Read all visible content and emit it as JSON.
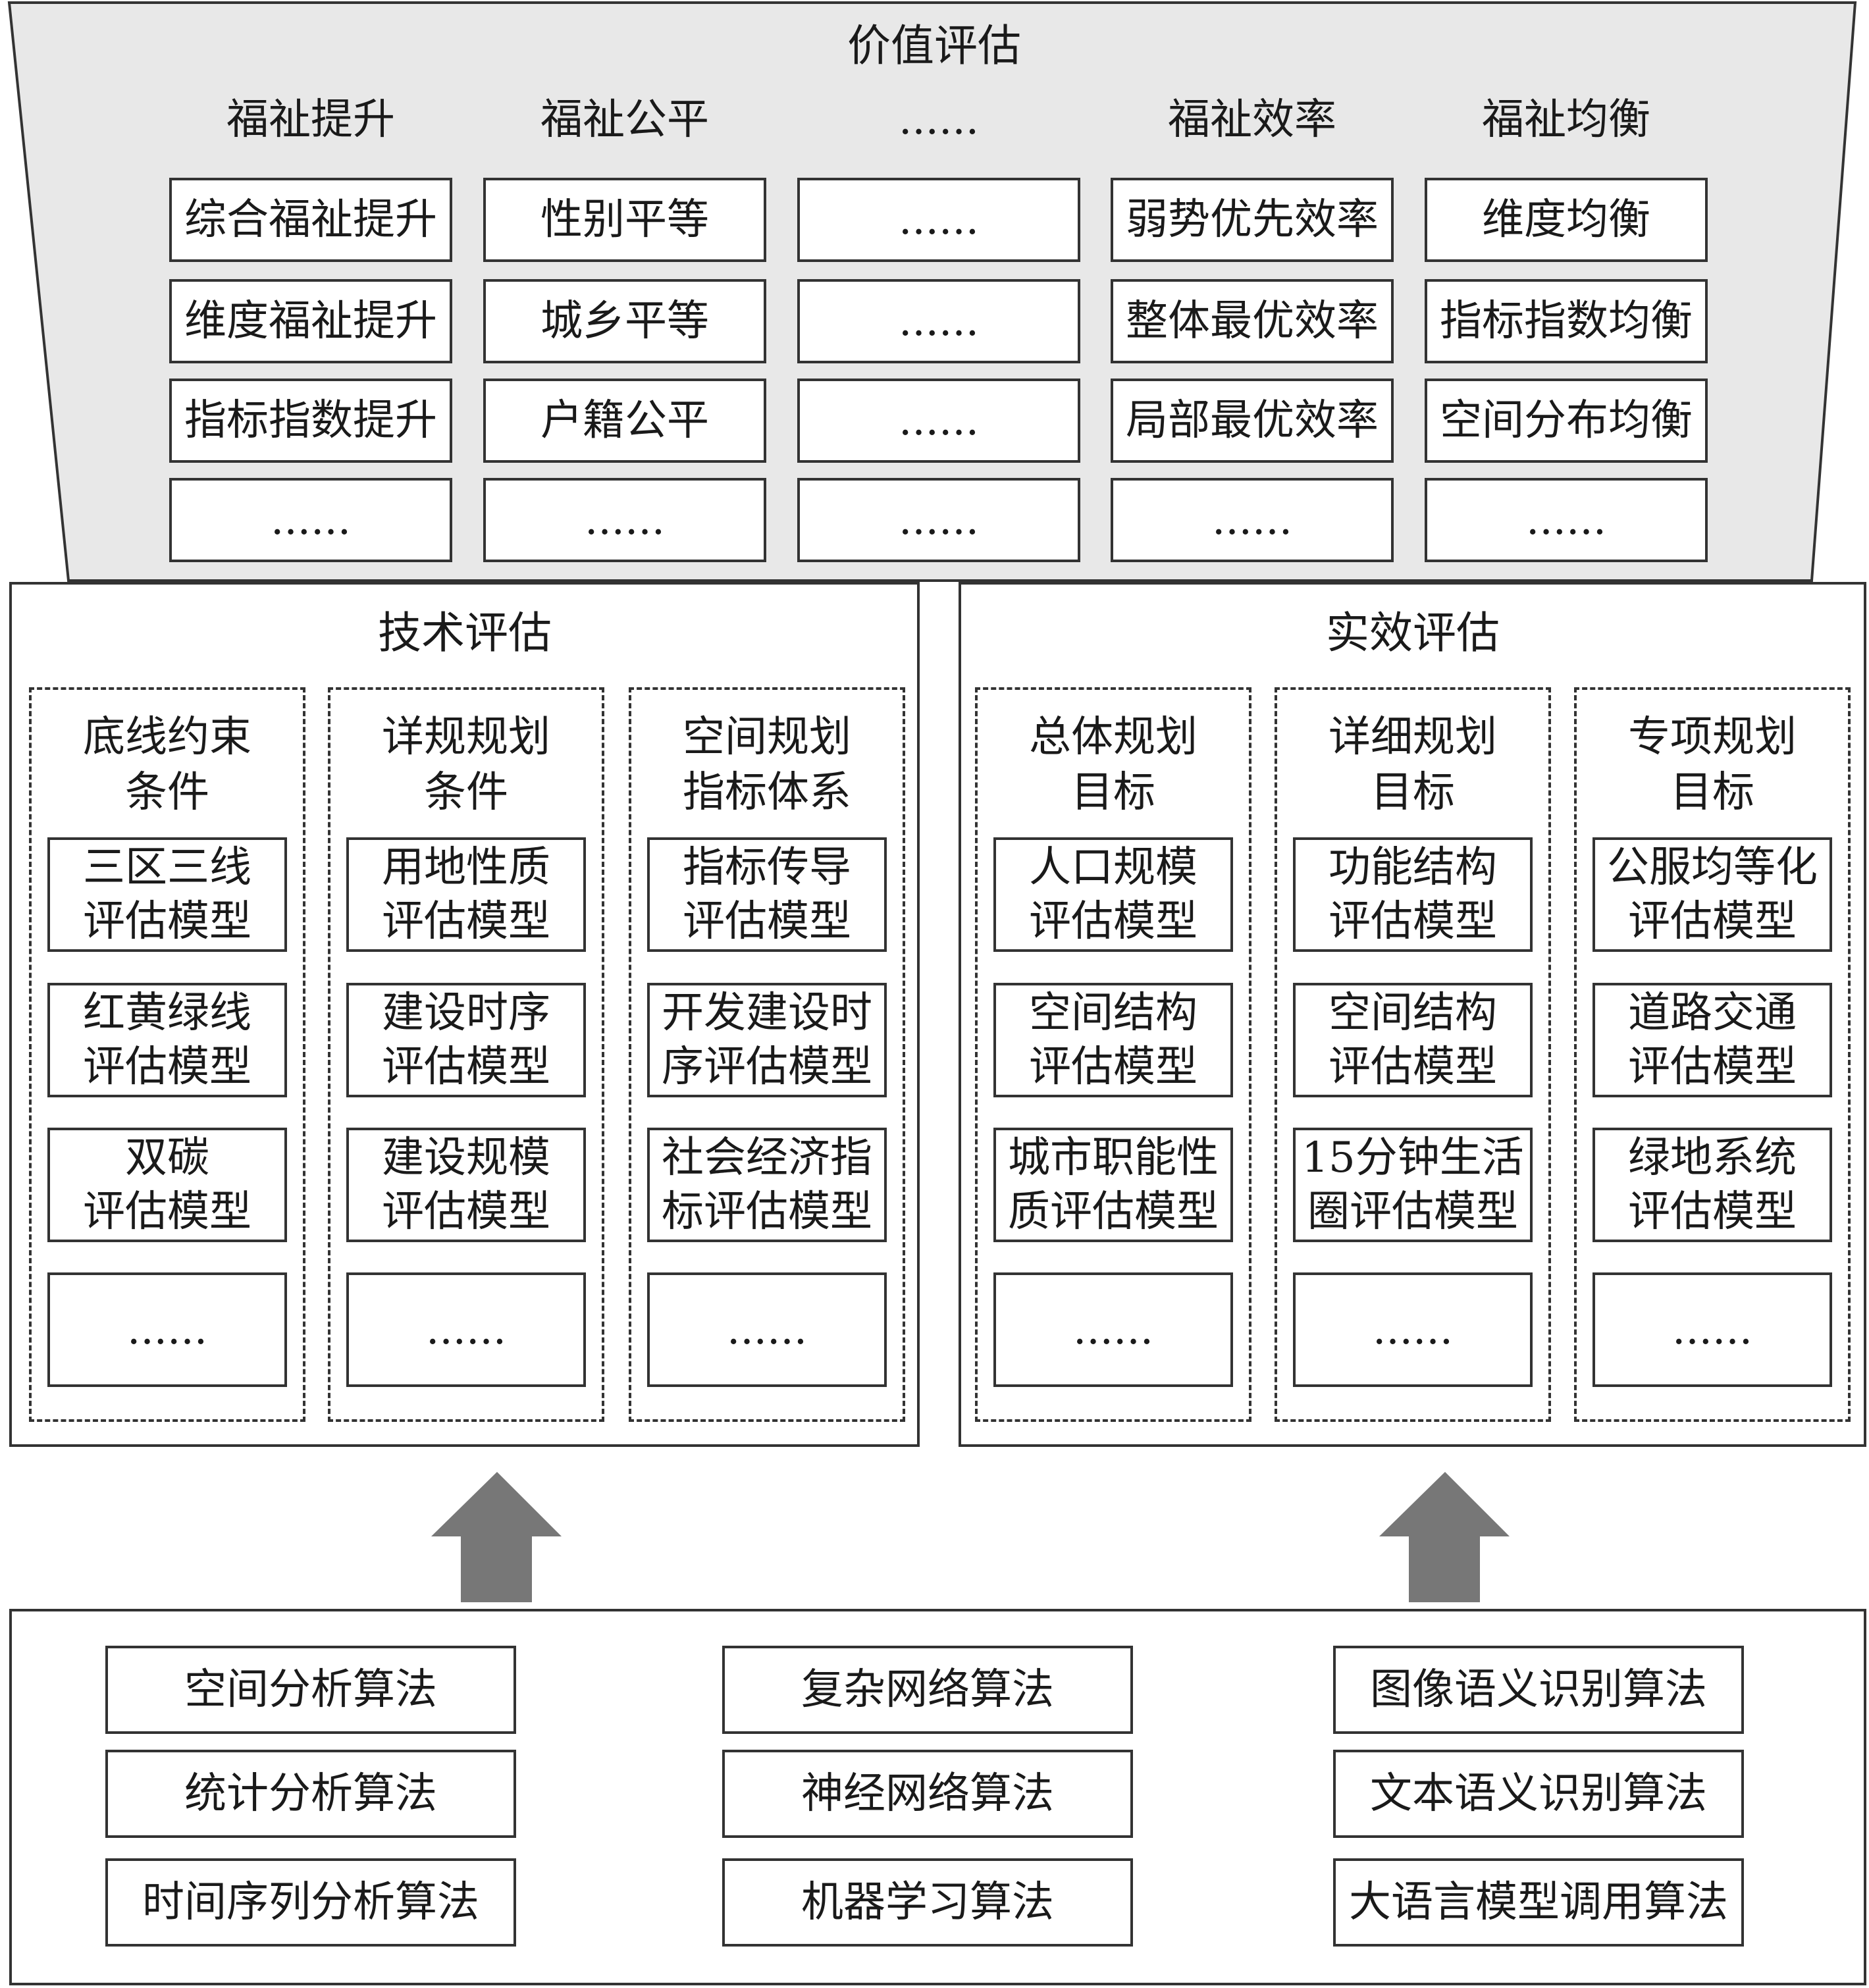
{
  "value_assessment": {
    "title": "价值评估",
    "columns": [
      {
        "header": "福祉提升",
        "items": [
          "综合福祉提升",
          "维度福祉提升",
          "指标指数提升",
          "......"
        ]
      },
      {
        "header": "福祉公平",
        "items": [
          "性别平等",
          "城乡平等",
          "户籍公平",
          "......"
        ]
      },
      {
        "header": "......",
        "items": [
          "......",
          "......",
          "......",
          "......"
        ]
      },
      {
        "header": "福祉效率",
        "items": [
          "弱势优先效率",
          "整体最优效率",
          "局部最优效率",
          "......"
        ]
      },
      {
        "header": "福祉均衡",
        "items": [
          "维度均衡",
          "指标指数均衡",
          "空间分布均衡",
          "......"
        ]
      }
    ]
  },
  "technical_assessment": {
    "title": "技术评估",
    "groups": [
      {
        "header": "底线约束\n条件",
        "items": [
          "三区三线\n评估模型",
          "红黄绿线\n评估模型",
          "双碳\n评估模型",
          "......"
        ]
      },
      {
        "header": "详规规划\n条件",
        "items": [
          "用地性质\n评估模型",
          "建设时序\n评估模型",
          "建设规模\n评估模型",
          "......"
        ]
      },
      {
        "header": "空间规划\n指标体系",
        "items": [
          "指标传导\n评估模型",
          "开发建设时\n序评估模型",
          "社会经济指\n标评估模型",
          "......"
        ]
      }
    ]
  },
  "effectiveness_assessment": {
    "title": "实效评估",
    "groups": [
      {
        "header": "总体规划\n目标",
        "items": [
          "人口规模\n评估模型",
          "空间结构\n评估模型",
          "城市职能性\n质评估模型",
          "......"
        ]
      },
      {
        "header": "详细规划\n目标",
        "items": [
          "功能结构\n评估模型",
          "空间结构\n评估模型",
          "15分钟生活\n圈评估模型",
          "......"
        ]
      },
      {
        "header": "专项规划\n目标",
        "items": [
          "公服均等化\n评估模型",
          "道路交通\n评估模型",
          "绿地系统\n评估模型",
          "......"
        ]
      }
    ]
  },
  "algorithms": {
    "columns": [
      [
        "空间分析算法",
        "统计分析算法",
        "时间序列分析算法"
      ],
      [
        "复杂网络算法",
        "神经网络算法",
        "机器学习算法"
      ],
      [
        "图像语义识别算法",
        "文本语义识别算法",
        "大语言模型调用算法"
      ]
    ]
  },
  "colors": {
    "trapezoid_fill": "#e8e8e8",
    "border": "#333333",
    "arrow": "#777777"
  }
}
